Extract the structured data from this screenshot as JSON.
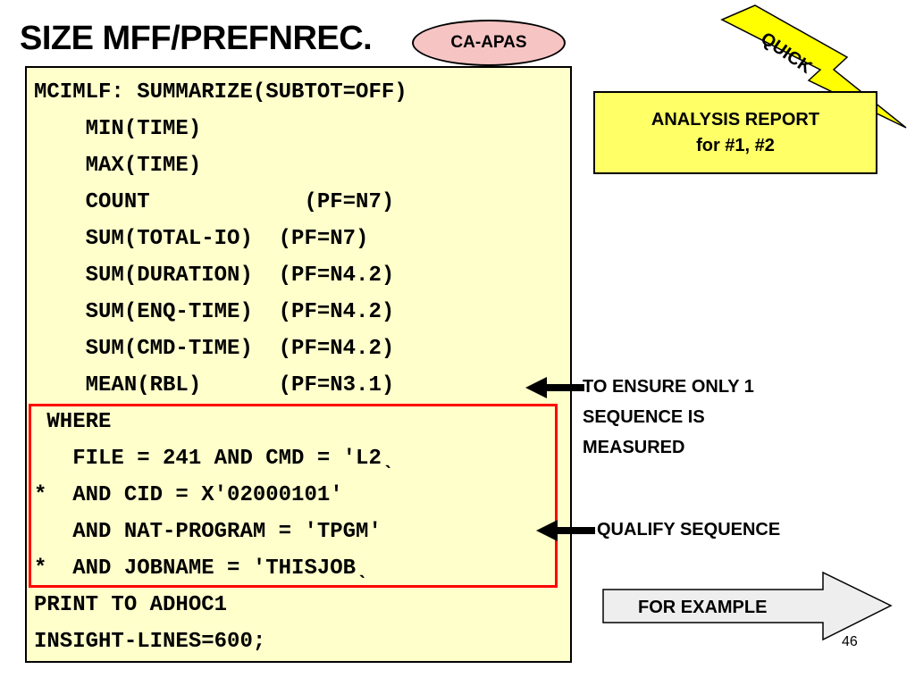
{
  "title": "SIZE MFF/PREFNREC.",
  "badge": "CA-APAS",
  "quick_tag": "QUICK",
  "analysis_box": {
    "line1": "ANALYSIS REPORT",
    "line2": "for #1, #2"
  },
  "code_lines": [
    "MCIMLF: SUMMARIZE(SUBTOT=OFF)",
    "    MIN(TIME)",
    "    MAX(TIME)",
    "    COUNT            (PF=N7)",
    "    SUM(TOTAL-IO)  (PF=N7)",
    "    SUM(DURATION)  (PF=N4.2)",
    "    SUM(ENQ-TIME)  (PF=N4.2)",
    "    SUM(CMD-TIME)  (PF=N4.2)",
    "    MEAN(RBL)      (PF=N3.1)",
    " WHERE",
    "   FILE = 241 AND CMD = 'L2ˎ",
    "*  AND CID = X'02000101'",
    "   AND NAT-PROGRAM = 'TPGM'",
    "*  AND JOBNAME = 'THISJOBˎ",
    "PRINT TO ADHOC1",
    "INSIGHT-LINES=600;"
  ],
  "note_ensure": [
    "TO ENSURE ONLY 1",
    "SEQUENCE IS",
    "MEASURED"
  ],
  "note_qualify": "QUALIFY SEQUENCE",
  "for_example": "FOR EXAMPLE",
  "page_number": "46",
  "colors": {
    "code_bg": "#ffffcc",
    "highlight_border": "#ff0000",
    "badge_bg": "#f7c4c4",
    "analysis_bg": "#ffff66",
    "quick_bg": "#ffff00",
    "arrow_bg": "#eeeeee"
  }
}
